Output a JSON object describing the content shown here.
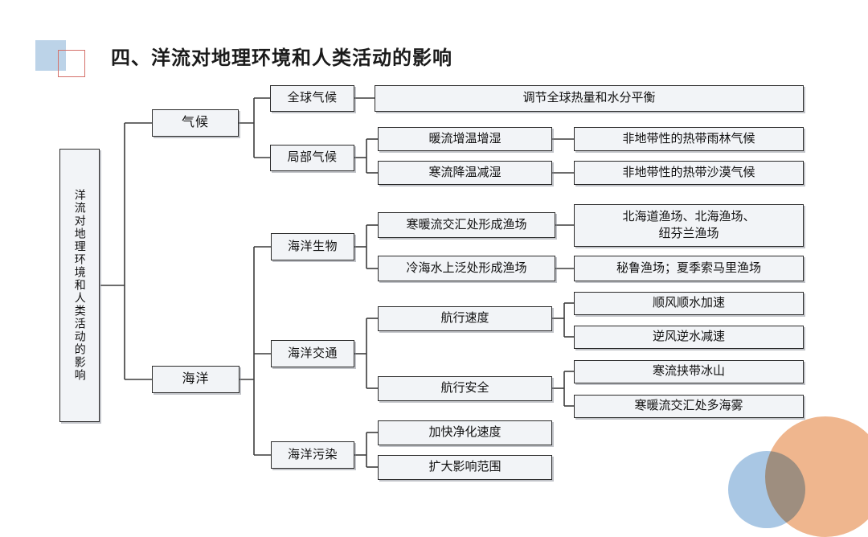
{
  "page": {
    "title": "四、洋流对地理环境和人类活动的影响",
    "background_color": "#ffffff",
    "box_fill_color": "#f2f4f7",
    "box_border_color": "#2b2b2b",
    "connector_color": "#3c3c3c"
  },
  "decorations": {
    "blue_square_color": "#bcd3e8",
    "red_square_outline_color": "#d4706a",
    "orange_circle_color": "#efb68e",
    "blue_circle_color": "#a9c7e4"
  },
  "diagram": {
    "type": "tree-mindmap",
    "root": "洋流对地理环境和人类活动的影响",
    "branches": [
      {
        "label": "气候",
        "children": [
          {
            "label": "全球气候",
            "children": [
              {
                "label": "调节全球热量和水分平衡",
                "children": []
              }
            ]
          },
          {
            "label": "局部气候",
            "children": [
              {
                "label": "暖流增温增湿",
                "children": [
                  {
                    "label": "非地带性的热带雨林气候",
                    "children": []
                  }
                ]
              },
              {
                "label": "寒流降温减湿",
                "children": [
                  {
                    "label": "非地带性的热带沙漠气候",
                    "children": []
                  }
                ]
              }
            ]
          }
        ]
      },
      {
        "label": "海洋",
        "children": [
          {
            "label": "海洋生物",
            "children": [
              {
                "label": "寒暖流交汇处形成渔场",
                "children": [
                  {
                    "label": "北海道渔场、北海渔场、\n纽芬兰渔场",
                    "children": []
                  }
                ]
              },
              {
                "label": "冷海水上泛处形成渔场",
                "children": [
                  {
                    "label": "秘鲁渔场；夏季索马里渔场",
                    "children": []
                  }
                ]
              }
            ]
          },
          {
            "label": "海洋交通",
            "children": [
              {
                "label": "航行速度",
                "children": [
                  {
                    "label": "顺风顺水加速",
                    "children": []
                  },
                  {
                    "label": "逆风逆水减速",
                    "children": []
                  }
                ]
              },
              {
                "label": "航行安全",
                "children": [
                  {
                    "label": "寒流挟带冰山",
                    "children": []
                  },
                  {
                    "label": "寒暖流交汇处多海雾",
                    "children": []
                  }
                ]
              }
            ]
          },
          {
            "label": "海洋污染",
            "children": [
              {
                "label": "加快净化速度",
                "children": []
              },
              {
                "label": "扩大影响范围",
                "children": []
              }
            ]
          }
        ]
      }
    ]
  },
  "nodes": {
    "root": "洋流对地理环境和人类活动的影响",
    "qihou": "气候",
    "haiyang": "海洋",
    "quanqiu_qihou": "全球气候",
    "jubu_qihou": "局部气候",
    "tiaojie": "调节全球热量和水分平衡",
    "nuanliu": "暖流增温增湿",
    "hanliu": "寒流降温减湿",
    "yulin": "非地带性的热带雨林气候",
    "shamo": "非地带性的热带沙漠气候",
    "haiyang_shengwu": "海洋生物",
    "jiaohui_yuchang": "寒暖流交汇处形成渔场",
    "shangfan_yuchang": "冷海水上泛处形成渔场",
    "beihaidao_line1": "北海道渔场、北海渔场、",
    "beihaidao_line2": "纽芬兰渔场",
    "milu": "秘鲁渔场；夏季索马里渔场",
    "haiyang_jiaotong": "海洋交通",
    "hangxing_sudu": "航行速度",
    "hangxing_anquan": "航行安全",
    "shunfeng": "顺风顺水加速",
    "nifeng": "逆风逆水减速",
    "bingshan": "寒流挟带冰山",
    "haiwu": "寒暖流交汇处多海雾",
    "haiyang_wuran": "海洋污染",
    "jinghua": "加快净化速度",
    "kuoda": "扩大影响范围"
  }
}
